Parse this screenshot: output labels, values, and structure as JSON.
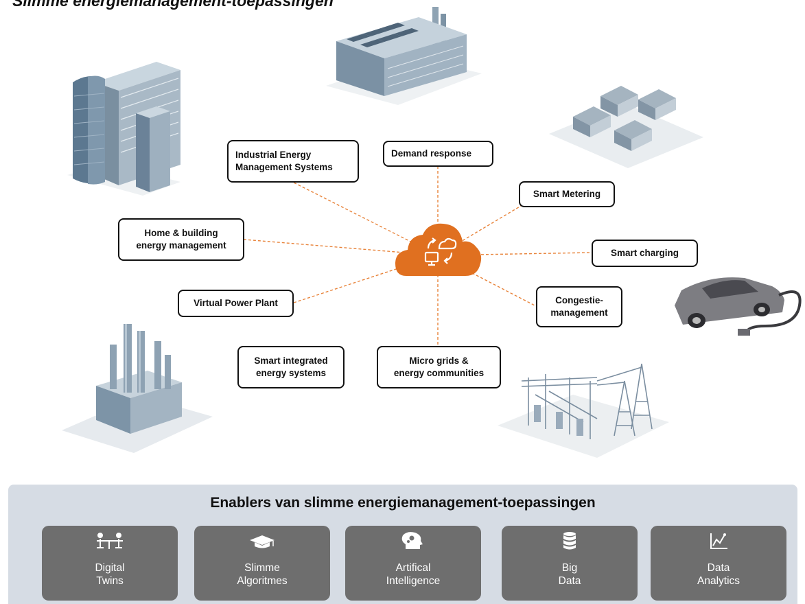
{
  "title": "Slimme energiemanagement-toepassingen",
  "applications": [
    {
      "id": "industrial",
      "label": "Industrial Energy\nManagement Systems"
    },
    {
      "id": "demand",
      "label": "Demand response"
    },
    {
      "id": "metering",
      "label": "Smart Metering"
    },
    {
      "id": "home",
      "label": "Home & building\nenergy management"
    },
    {
      "id": "charging",
      "label": "Smart charging"
    },
    {
      "id": "vpp",
      "label": "Virtual Power Plant"
    },
    {
      "id": "congestie",
      "label": "Congestie-\nmanagement"
    },
    {
      "id": "integrated",
      "label": "Smart integrated\nenergy systems"
    },
    {
      "id": "microgrids",
      "label": "Micro grids &\nenergy communities"
    }
  ],
  "colors": {
    "cloud": "#e07020",
    "connector": "#e8833a",
    "tile": "#6e6e6e",
    "enablers_bg": "#d6dce4"
  },
  "cloud_icon": "cloud-sync-computer-icon",
  "enablers": {
    "title": "Enablers van slimme energiemanagement-toepassingen",
    "items": [
      {
        "label": "Digital\nTwins",
        "icon": "digital-twins-icon"
      },
      {
        "label": "Slimme\nAlgoritmes",
        "icon": "graduation-cap-icon"
      },
      {
        "label": "Artifical\nIntelligence",
        "icon": "brain-gear-icon"
      },
      {
        "label": "Big\nData",
        "icon": "database-icon"
      },
      {
        "label": "Data\nAnalytics",
        "icon": "line-chart-icon"
      }
    ]
  }
}
